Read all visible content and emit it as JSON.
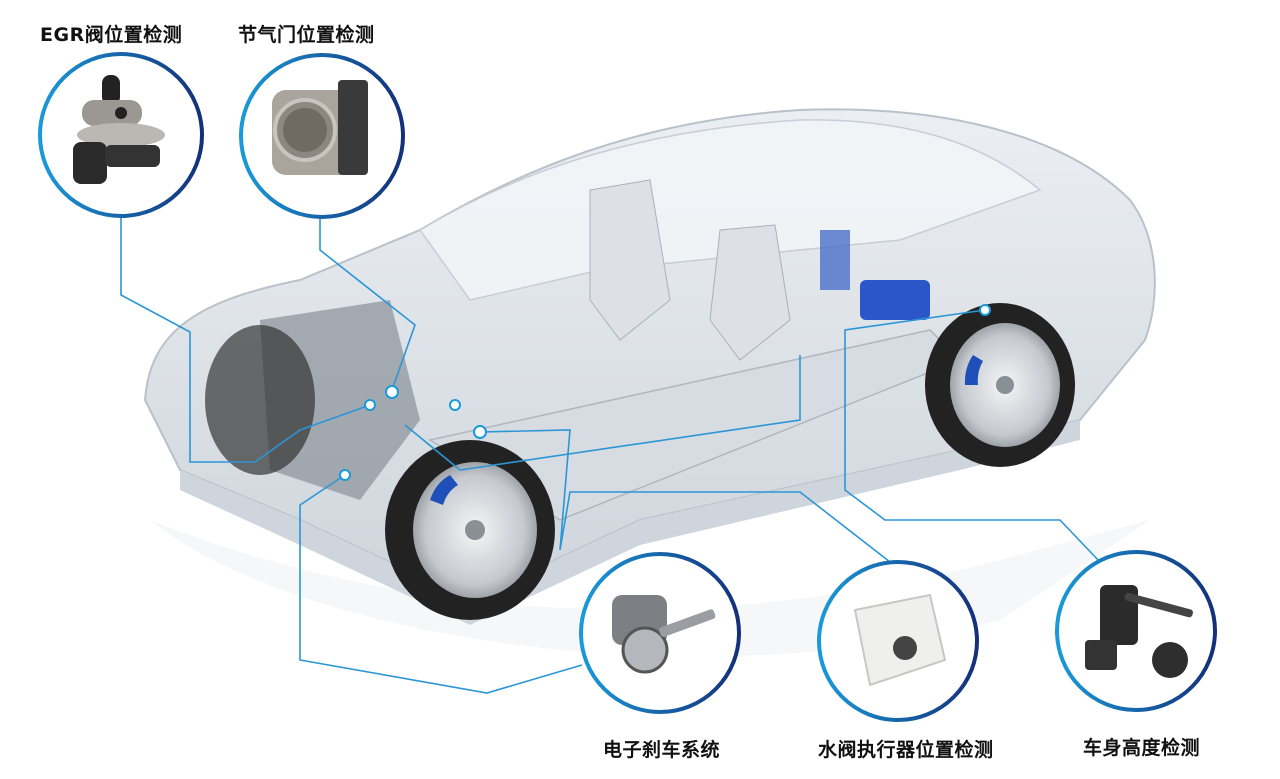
{
  "callouts": [
    {
      "id": "egr",
      "label": "EGR阀位置检测",
      "icon": "egr-valve-icon"
    },
    {
      "id": "throttle",
      "label": "节气门位置检测",
      "icon": "throttle-body-icon"
    },
    {
      "id": "brake",
      "label": "电子刹车系统",
      "icon": "electronic-brake-icon"
    },
    {
      "id": "water-valve",
      "label": "水阀执行器位置检测",
      "icon": "water-valve-actuator-icon"
    },
    {
      "id": "height",
      "label": "车身高度检测",
      "icon": "ride-height-sensor-icon"
    }
  ],
  "colors": {
    "ring_light": "#1a9ad9",
    "ring_dark": "#14307a",
    "leader_line": "#2b96d6",
    "caliper": "#1f4fb8"
  }
}
